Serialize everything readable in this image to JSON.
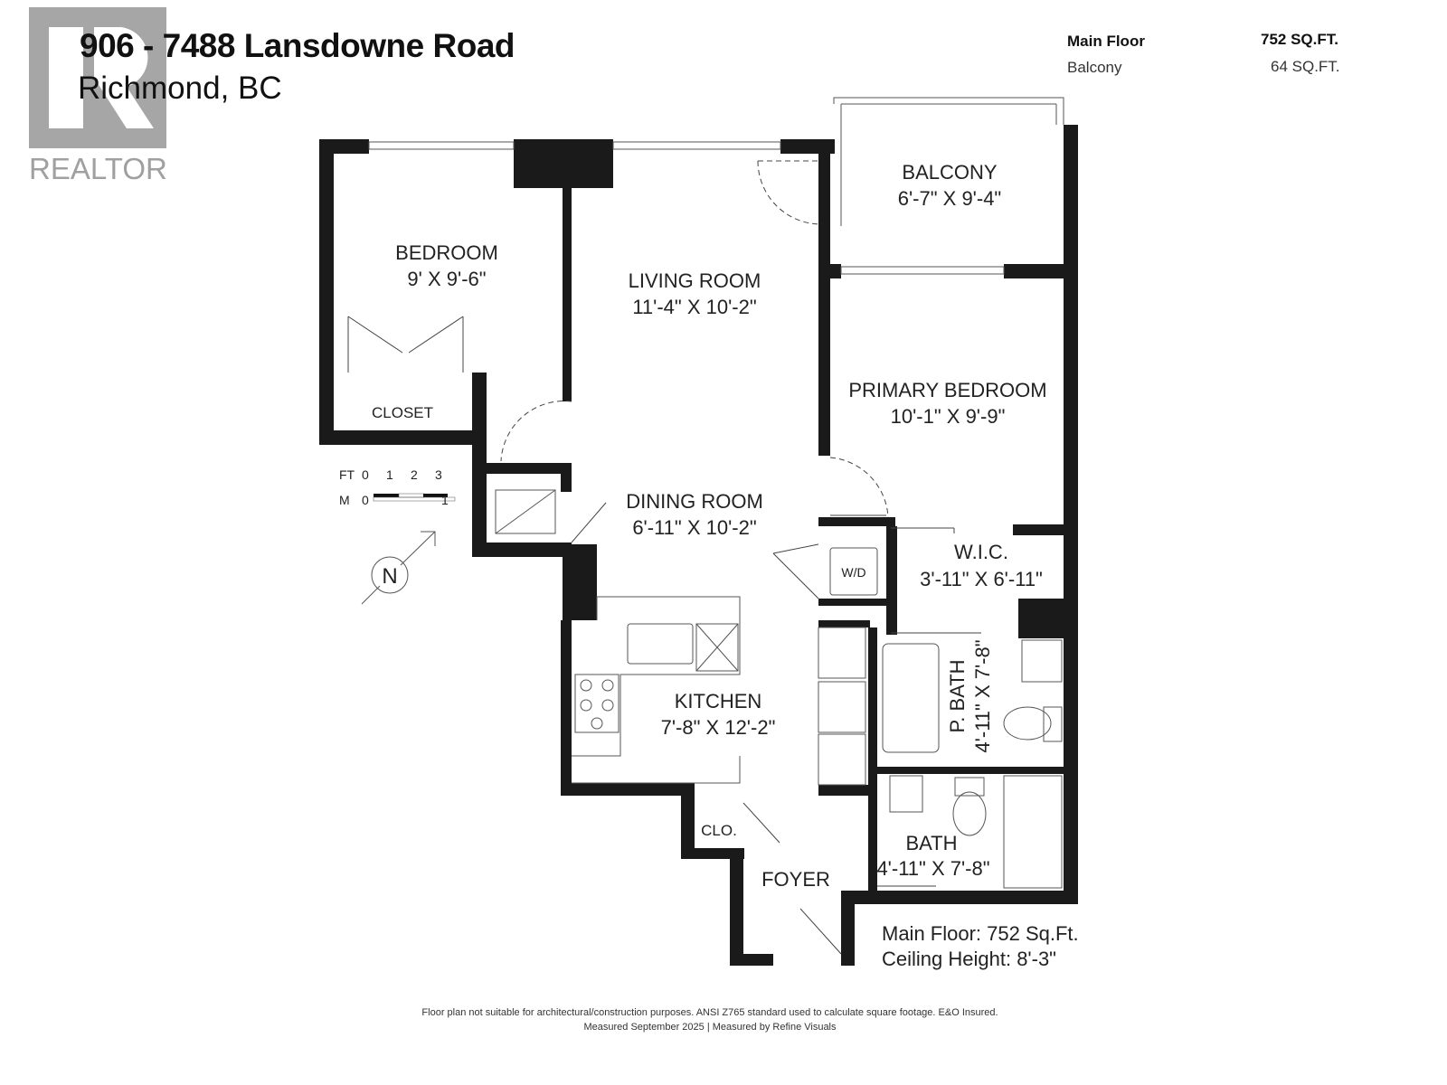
{
  "header": {
    "address": "906 - 7488 Lansdowne Road",
    "city": "Richmond, BC",
    "logo_text": "REALTOR®"
  },
  "areas": [
    {
      "label": "Main Floor",
      "value": "752 SQ.FT."
    },
    {
      "label": "Balcony",
      "value": "64 SQ.FT."
    }
  ],
  "rooms": {
    "bedroom": {
      "name": "BEDROOM",
      "size": "9' X 9'-6\""
    },
    "closet": {
      "name": "CLOSET"
    },
    "living": {
      "name": "LIVING ROOM",
      "size": "11'-4\" X 10'-2\""
    },
    "balcony": {
      "name": "BALCONY",
      "size": "6'-7\" X 9'-4\""
    },
    "primary": {
      "name": "PRIMARY BEDROOM",
      "size": "10'-1\" X 9'-9\""
    },
    "dining": {
      "name": "DINING ROOM",
      "size": "6'-11\" X 10'-2\""
    },
    "wic": {
      "name": "W.I.C.",
      "size": "3'-11\" X 6'-11\""
    },
    "wd": {
      "name": "W/D"
    },
    "kitchen": {
      "name": "KITCHEN",
      "size": "7'-8\" X 12'-2\""
    },
    "pbath": {
      "name": "P. BATH",
      "size": "4'-11\" X 7'-8\""
    },
    "bath": {
      "name": "BATH",
      "size": "4'-11\" X 7'-8\""
    },
    "clo": {
      "name": "CLO."
    },
    "foyer": {
      "name": "FOYER"
    }
  },
  "scale": {
    "ft_label": "FT",
    "ft_ticks": [
      "0",
      "1",
      "2",
      "3"
    ],
    "m_label": "M",
    "m_ticks": [
      "0",
      "1"
    ]
  },
  "north": "N",
  "summary": {
    "main_floor": "Main Floor: 752 Sq.Ft.",
    "ceiling": "Ceiling Height: 8'-3\""
  },
  "footer": {
    "disclaimer": "Floor plan not suitable for architectural/construction purposes. ANSI Z765 standard used to calculate square footage. E&O Insured.",
    "measured": "Measured September 2025 | Measured by Refine Visuals"
  }
}
